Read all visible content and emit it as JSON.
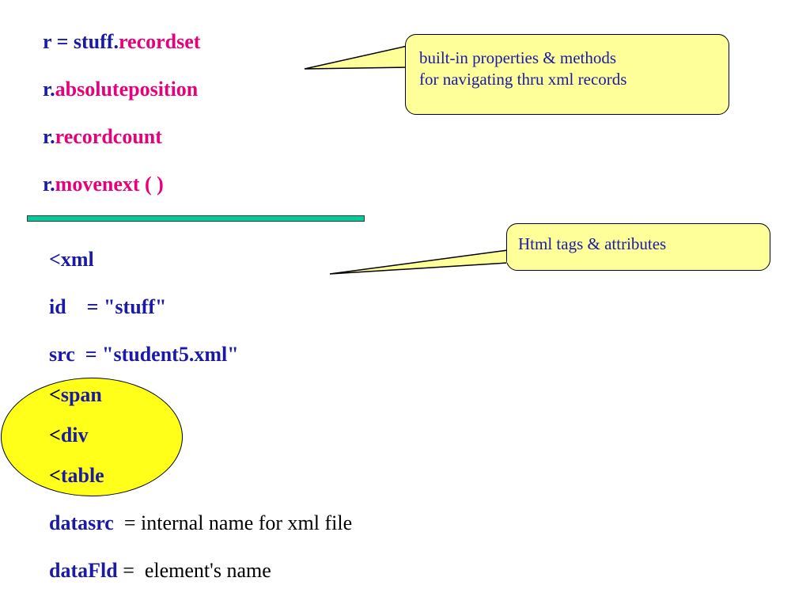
{
  "top_code": {
    "line1": {
      "prefix": "r = stuff.",
      "member": "recordset"
    },
    "line2": {
      "prefix": "r.",
      "member": "absoluteposition"
    },
    "line3": {
      "prefix": "r.",
      "member": "recordcount"
    },
    "line4": {
      "prefix": "r.",
      "member": "movenext",
      "suffix": " ( )"
    }
  },
  "callout_methods": {
    "line1": "built-in properties & methods",
    "line2": "for navigating thru xml records"
  },
  "callout_tags": {
    "text": "Html tags & attributes"
  },
  "xml_code": {
    "line1": "<xml",
    "line2": "id    = \"stuff\"",
    "line3": "src  = \"student5.xml\""
  },
  "tags": [
    {
      "bracket": "<",
      "name": "span"
    },
    {
      "bracket": "<",
      "name": "div"
    },
    {
      "bracket": "<",
      "name": "table"
    }
  ],
  "attributes": [
    {
      "name": "datasrc",
      "gap": "  ",
      "desc": "= internal name for xml file"
    },
    {
      "name": "dataFld",
      "gap": " ",
      "desc": "=  element's name"
    }
  ],
  "colors": {
    "keyword": "#e6007a",
    "code": "#1a1aa6",
    "callout_bg": "#ffff99",
    "highlight": "#ffff1a",
    "divider": "#00cc99"
  }
}
